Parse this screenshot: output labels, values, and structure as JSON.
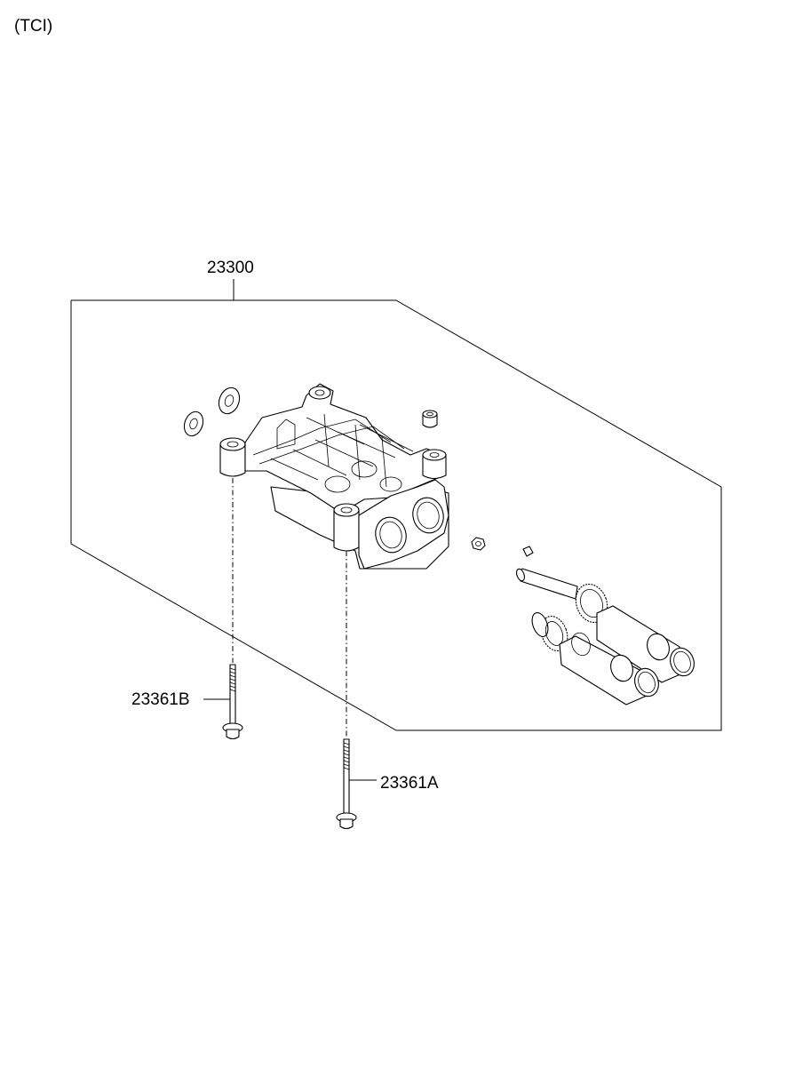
{
  "variant_note": "(TCI)",
  "callouts": {
    "assembly": "23300",
    "bolt_b": "23361B",
    "bolt_a": "23361A"
  }
}
